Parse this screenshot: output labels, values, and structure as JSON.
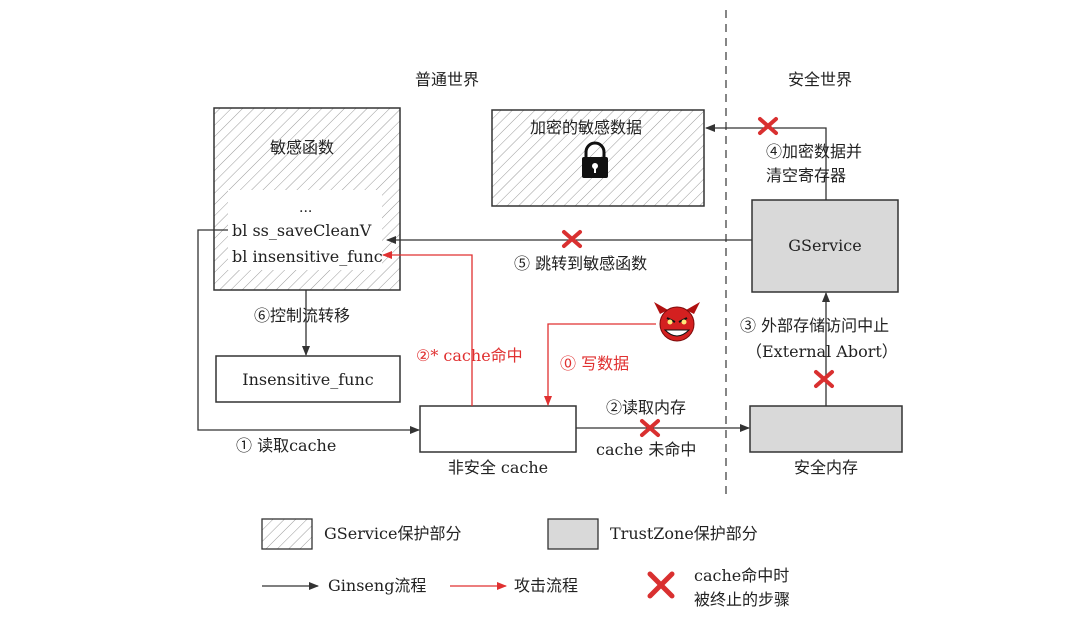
{
  "regions": {
    "normal_world": "普通世界",
    "secure_world": "安全世界"
  },
  "blocks": {
    "sensitive_func_title": "敏感函数",
    "ellipsis": "...",
    "code_line_1": "bl ss_saveCleanV",
    "code_line_2": "bl insensitive_func",
    "encrypted_data": "加密的敏感数据",
    "gservice": "GService",
    "insensitive_func": "Insensitive_func",
    "non_secure_cache": "非安全 cache",
    "secure_memory": "安全内存"
  },
  "steps": {
    "step_1": "① 读取cache",
    "step_2_line1": "②读取内存",
    "step_2_line2": "cache 未命中",
    "step_2_star": "②* cache命中",
    "step_0": "⓪ 写数据",
    "step_3_line1": "③ 外部存储访问中止",
    "step_3_line2": "（External Abort）",
    "step_4_line1": "④加密数据并",
    "step_4_line2": "清空寄存器",
    "step_5": "⑤ 跳转到敏感函数",
    "step_6": "⑥控制流转移"
  },
  "legend": {
    "gservice_protected": "GService保护部分",
    "trustzone_protected": "TrustZone保护部分",
    "ginseng_flow": "Ginseng流程",
    "attack_flow": "攻击流程",
    "terminated_line1": "cache命中时",
    "terminated_line2": "被终止的步骤"
  },
  "colors": {
    "attack": "#e03030",
    "cross": "#d93030",
    "trustzone_fill": "#d9d9d9",
    "flow": "#333333"
  },
  "icons": {
    "lock": "lock-icon",
    "attacker": "devil-icon",
    "terminated": "red-x-icon"
  }
}
